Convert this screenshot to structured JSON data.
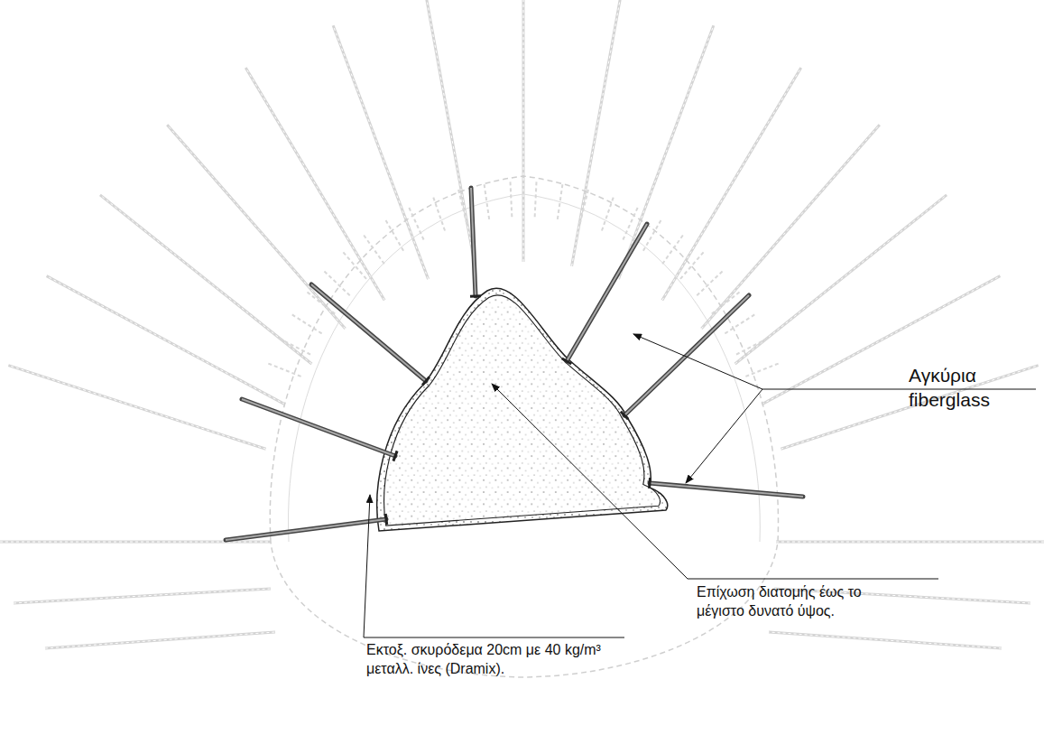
{
  "diagram": {
    "labels": [
      "Αγκύρια fiberglass",
      "Επίχωση διατομής έως το μέγιστο δυνατό ύψος.",
      "Εκτοξ. σκυρόδεμα 20cm με 40 kg/m³ μεταλλ. ίνες (Dramix)."
    ]
  }
}
